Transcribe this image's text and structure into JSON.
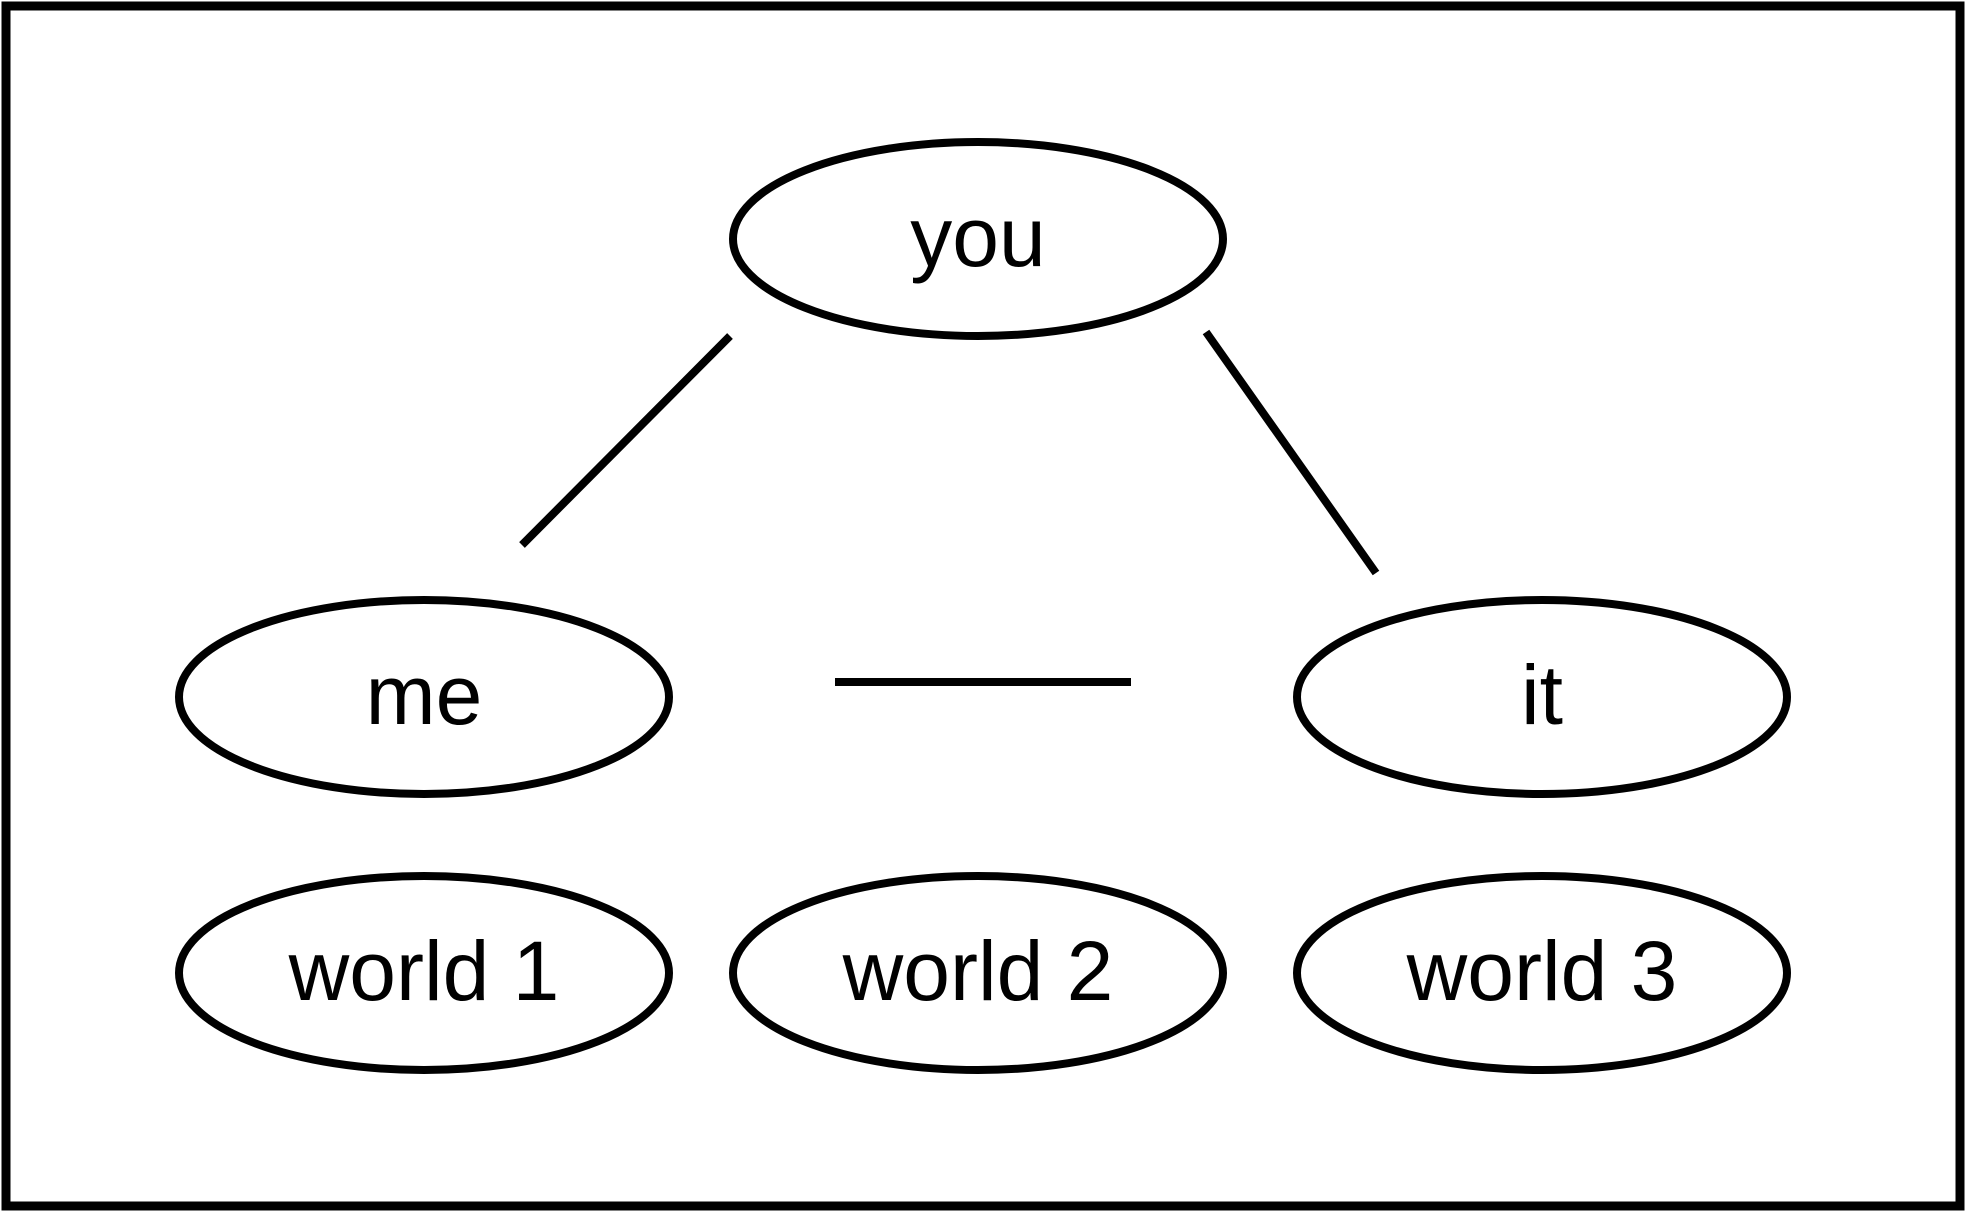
{
  "nodes": {
    "you": {
      "label": "you"
    },
    "me": {
      "label": "me"
    },
    "it": {
      "label": "it"
    },
    "world1": {
      "label": "world 1"
    },
    "world2": {
      "label": "world 2"
    },
    "world3": {
      "label": "world 3"
    }
  },
  "edges": [
    {
      "from": "you",
      "to": "me"
    },
    {
      "from": "you",
      "to": "it"
    },
    {
      "from": "me",
      "to": "it"
    }
  ],
  "colors": {
    "stroke": "#000000",
    "background": "#ffffff"
  }
}
